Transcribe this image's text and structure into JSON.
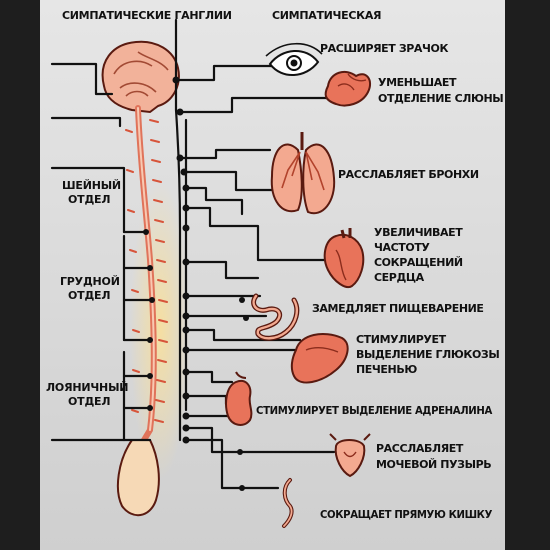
{
  "header": {
    "ganglia": "СИМПАТИЧЕСКИЕ ГАНГЛИИ",
    "system": "СИМПАТИЧЕСКАЯ"
  },
  "sections": [
    {
      "id": "cervical",
      "lines": [
        "ШЕЙНЫЙ",
        "ОТДЕЛ"
      ]
    },
    {
      "id": "thoracic",
      "lines": [
        "ГРУДНОЙ",
        "ОТДЕЛ"
      ]
    },
    {
      "id": "lumbar",
      "lines": [
        "ЛОЯНИЧНЫЙ",
        "ОТДЕЛ"
      ]
    }
  ],
  "effects": [
    {
      "id": "pupil",
      "organ": "eye-icon",
      "lines": [
        "РАСШИРЯЕТ ЗРАЧОК"
      ]
    },
    {
      "id": "saliva",
      "organ": "salivary-gland-icon",
      "lines": [
        "УМЕНЬШАЕТ",
        "ОТДЕЛЕНИЕ СЛЮНЫ"
      ]
    },
    {
      "id": "bronchi",
      "organ": "lungs-icon",
      "lines": [
        "РАССЛАБЛЯЕТ БРОНХИ"
      ]
    },
    {
      "id": "heart",
      "organ": "heart-icon",
      "lines": [
        "УВЕЛИЧИВАЕТ",
        "ЧАСТОТУ",
        "СОКРАЩЕНИЙ",
        "СЕРДЦА"
      ]
    },
    {
      "id": "digestion",
      "organ": "intestine-icon",
      "lines": [
        "ЗАМЕДЛЯЕТ ПИЩЕВАРЕНИЕ"
      ]
    },
    {
      "id": "liver",
      "organ": "liver-icon",
      "lines": [
        "СТИМУЛИРУЕТ",
        "ВЫДЕЛЕНИЕ ГЛЮКОЗЫ",
        "ПЕЧЕНЬЮ"
      ]
    },
    {
      "id": "adrenal",
      "organ": "kidney-icon",
      "lines": [
        "СТИМУЛИРУЕТ ВЫДЕЛЕНИЕ АДРЕНАЛИНА"
      ]
    },
    {
      "id": "bladder",
      "organ": "bladder-icon",
      "lines": [
        "РАССЛАБЛЯЕТ",
        "МОЧЕВОЙ ПУЗЫРЬ"
      ]
    },
    {
      "id": "rectum",
      "organ": "rectum-icon",
      "lines": [
        "СОКРАЩАЕТ ПРЯМУЮ КИШКУ"
      ]
    }
  ],
  "colors": {
    "background": "#d9d9d9",
    "frame": "#1e1e1e",
    "organ": "#e8735a",
    "organ_light": "#f3a990",
    "spine_glow": "#f6d79c",
    "wire": "#111111"
  }
}
